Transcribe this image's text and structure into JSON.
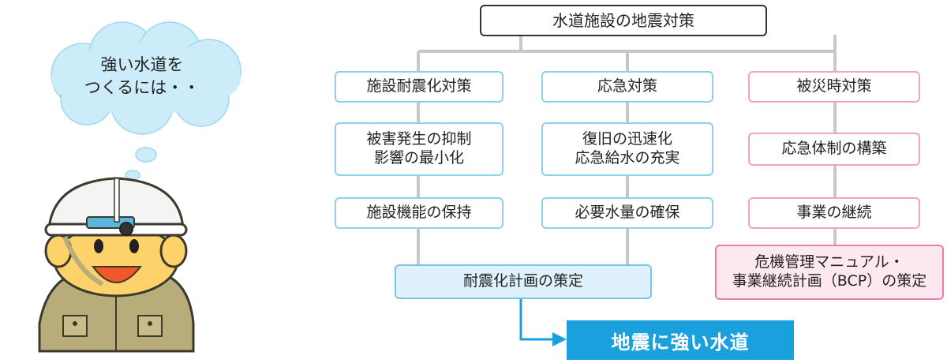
{
  "thought_bubble": {
    "text": "強い水道を\nつくるには・・"
  },
  "diagram": {
    "root": "水道施設の地震対策",
    "columns": [
      {
        "header": "施設耐震化対策",
        "items": [
          "被害発生の抑制\n影響の最小化",
          "施設機能の保持"
        ]
      },
      {
        "header": "応急対策",
        "items": [
          "復旧の迅速化\n応急給水の充実",
          "必要水量の確保"
        ]
      },
      {
        "header": "被災時対策",
        "items": [
          "応急体制の構築",
          "事業の継続"
        ]
      }
    ],
    "plan_box": "耐震化計画の策定",
    "bcp_box": "危機管理マニュアル・\n事業継続計画（BCP）の策定",
    "result": "地震に強い水道"
  },
  "colors": {
    "connector": "#c8c8c8",
    "blue_border": "#8fd0ec",
    "pink_border": "#f0a4c2",
    "result_fill": "#1aa0dd",
    "arrow": "#1aa0dd"
  }
}
